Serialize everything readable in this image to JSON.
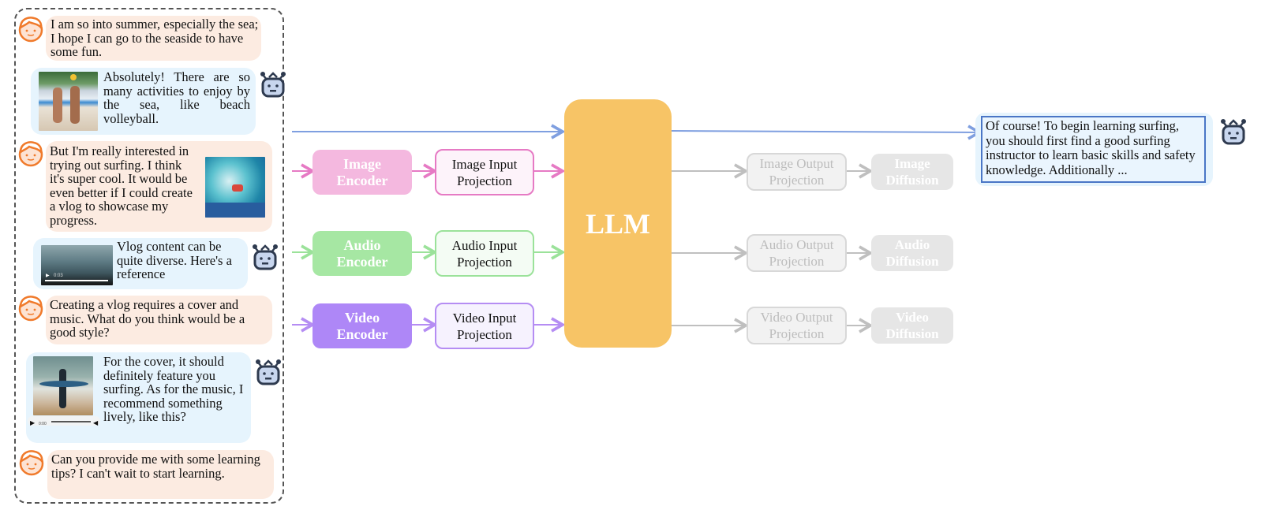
{
  "chat": {
    "messages": [
      {
        "role": "user",
        "text": "I am so into summer, especially the sea; I hope I can go to the seaside to have some fun."
      },
      {
        "role": "assistant",
        "image": "beach-volleyball-photo",
        "text": "Absolutely! There are so many activities to enjoy by the sea, like beach volleyball."
      },
      {
        "role": "user",
        "image": "surfing-wave-photo",
        "text": "But I'm really interested in trying out surfing. I think it's super cool. It would be even better if I could create a vlog to showcase my progress."
      },
      {
        "role": "assistant",
        "video": "surfing-video-clip",
        "video_time": "0:03",
        "text": "Vlog content can be quite diverse. Here's a reference"
      },
      {
        "role": "user",
        "text": "Creating a vlog requires a cover and music. What do you think would be a good style?"
      },
      {
        "role": "assistant",
        "image": "surfer-with-board-photo",
        "audio": "audio-player",
        "audio_time": "0:00",
        "text": "For the cover, it should definitely feature you surfing. As for the music, I recommend something lively, like this?"
      },
      {
        "role": "user",
        "text": "Can you provide me with some learning tips? I can't wait to start learning."
      }
    ]
  },
  "pipeline": {
    "encoders": [
      {
        "label": "Image Encoder",
        "color": "#f4b8df"
      },
      {
        "label": "Audio Encoder",
        "color": "#a6e7a3"
      },
      {
        "label": "Video Encoder",
        "color": "#ae87f7"
      }
    ],
    "input_projections": [
      {
        "label": "Image Input Projection",
        "border": "#e67ac4",
        "fill": "#fdf3fa"
      },
      {
        "label": "Audio Input Projection",
        "border": "#9be29a",
        "fill": "#f4fcf4"
      },
      {
        "label": "Video Input Projection",
        "border": "#b58df3",
        "fill": "#f6f2fe"
      }
    ],
    "llm": {
      "label": "LLM",
      "color": "#f7c466"
    },
    "output_projections": [
      {
        "label": "Image Output Projection"
      },
      {
        "label": "Audio Output Projection"
      },
      {
        "label": "Video Output Projection"
      }
    ],
    "diffusions": [
      {
        "label": "Image Diffusion"
      },
      {
        "label": "Audio Diffusion"
      },
      {
        "label": "Video Diffusion"
      }
    ],
    "text_arrow_color": "#7f9fe0",
    "output_arrow_color": "#bfbfbf"
  },
  "response": {
    "text": "Of course! To begin learning surfing, you should first find a good surfing instructor to learn basic skills and safety knowledge. Additionally ..."
  }
}
